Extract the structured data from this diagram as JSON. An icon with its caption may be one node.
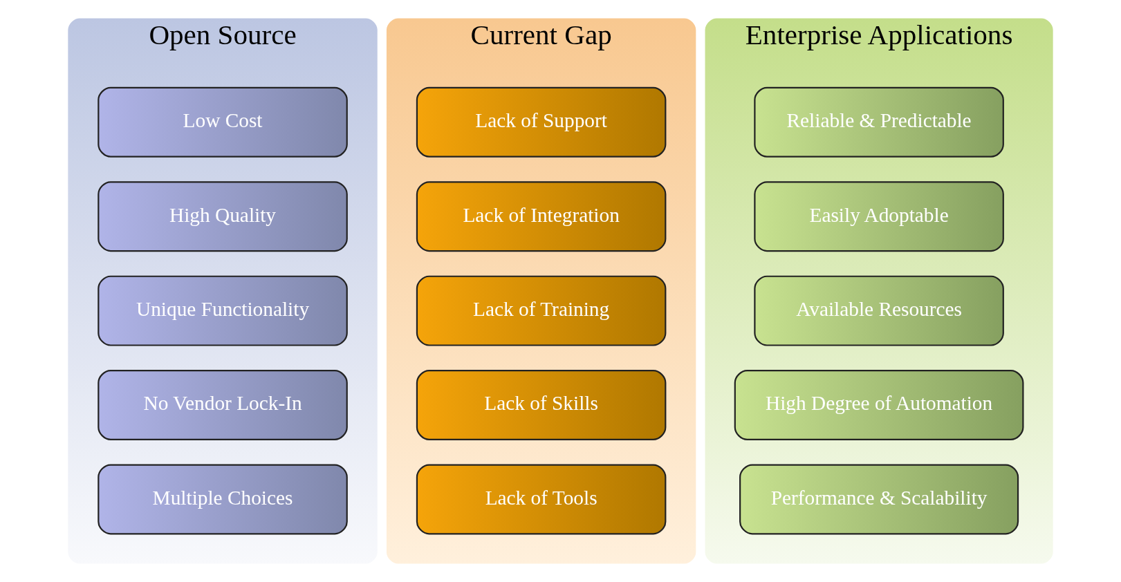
{
  "diagram": {
    "nodes": [
      {
        "text": [
          "Open Source"
        ]
      },
      {
        "text": [
          "Low Cost"
        ],
        "in": 0
      },
      {
        "text": [
          "High Quality"
        ],
        "in": 0
      },
      {
        "text": [
          "Unique Functionality"
        ],
        "in": 0
      },
      {
        "text": [
          "No Vendor Lock-In"
        ],
        "in": 0
      },
      {
        "text": [
          "Multiple Choices"
        ],
        "in": 0
      },
      {
        "text": [
          "Current Gap"
        ]
      },
      {
        "text": [
          "Lack of Support"
        ],
        "in": 6
      },
      {
        "text": [
          "Lack of Integration"
        ],
        "in": 6
      },
      {
        "text": [
          "Lack of Training"
        ],
        "in": 6
      },
      {
        "text": [
          "Lack of Skills"
        ],
        "in": 6
      },
      {
        "text": [
          "Lack of Tools"
        ],
        "in": 6
      },
      {
        "text": [
          "Enterprise Applications"
        ]
      },
      {
        "text": [
          "Reliable & Predictable"
        ],
        "in": 12
      },
      {
        "text": [
          "Easily Adoptable"
        ],
        "in": 12
      },
      {
        "text": [
          "Available Resources"
        ],
        "in": 12
      },
      {
        "text": [
          "High Degree of Automation"
        ],
        "in": 12
      },
      {
        "text": [
          "Performance & Scalability"
        ],
        "in": 12
      }
    ],
    "edges": []
  }
}
